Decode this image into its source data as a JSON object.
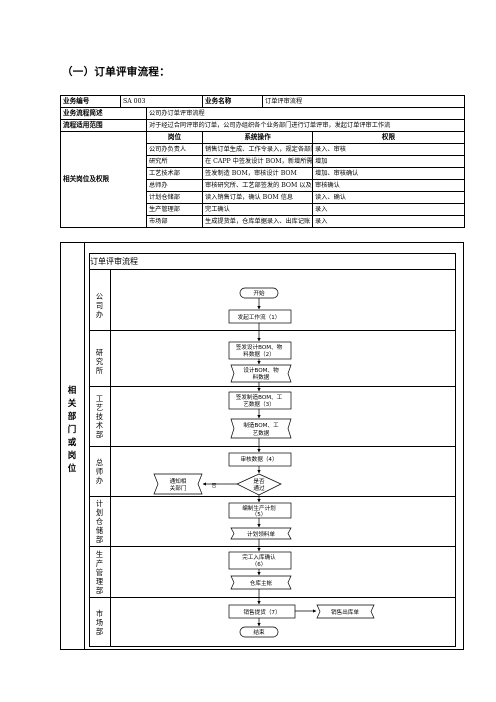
{
  "title": "（一）订单评审流程：",
  "info": {
    "row1": {
      "label1": "业务编号",
      "value1": "SA 003",
      "label2": "业务名称",
      "value2": "订单评审流程"
    },
    "row2": {
      "label": "业务流程简述",
      "value": "公司办订单评审流程"
    },
    "row3": {
      "label": "流程适用范围",
      "value": "对于经过合同评审的订单，公司办组织各个业务部门进行订单评审，发起订单评审工作流"
    },
    "roles_label": "相关岗位及权限",
    "headers": {
      "post": "岗位",
      "op": "系统操作",
      "perm": "权限"
    },
    "roles": [
      {
        "post": "公司办负责人",
        "op": "销售订单生成、工作令录入，规定各部门业务节点",
        "perm": "录入、审核"
      },
      {
        "post": "研究所",
        "op": "在 CAPP 中签发设计 BOM，新增所需物料数据",
        "perm": "增加"
      },
      {
        "post": "工艺技术部",
        "op": "签发制造 BOM，审核设计 BOM",
        "perm": "增加、审核确认"
      },
      {
        "post": "总师办",
        "op": "审核研究所、工艺部签发的 BOM 以及数据完整性",
        "perm": "审核确认"
      },
      {
        "post": "计划仓储部",
        "op": "读入销售订单，确认 BOM 信息",
        "perm": "读入、确认"
      },
      {
        "post": "生产管理部",
        "op": "完工确认",
        "perm": "录入"
      },
      {
        "post": "市场部",
        "op": "生成提货单，仓库单据录入、出库记账",
        "perm": "录入"
      }
    ]
  },
  "side_label": [
    "相",
    "关",
    "部",
    "门",
    "或",
    "岗",
    "位"
  ],
  "flow": {
    "title": "订单评审流程",
    "lanes": [
      {
        "chars": [
          "公",
          "司",
          "办"
        ]
      },
      {
        "chars": [
          "研",
          "究",
          "所"
        ]
      },
      {
        "chars": [
          "工",
          "艺",
          "技",
          "术",
          "部"
        ]
      },
      {
        "chars": [
          "总",
          "师",
          "办"
        ]
      },
      {
        "chars": [
          "计",
          "划",
          "仓",
          "储",
          "部"
        ]
      },
      {
        "chars": [
          "生",
          "产",
          "管",
          "理",
          "部"
        ]
      },
      {
        "chars": [
          "市",
          "场",
          "部"
        ]
      }
    ],
    "nodes": {
      "start": "开始",
      "n1": "发起工作流（1）",
      "n2a": "签发设计BOM、物",
      "n2b": "料数据（2）",
      "d2a": "设计BOM、物",
      "d2b": "料数据",
      "n3a": "签发制造BOM、工",
      "n3b": "艺数据（3）",
      "d3a": "制造BOM、工",
      "d3b": "艺数据",
      "n4": "审核数据（4）",
      "dec_a": "是否",
      "dec_b": "通过",
      "no": "否",
      "notify_a": "通知相",
      "notify_b": "关部门",
      "n5a": "编制生产计划",
      "n5b": "（5）",
      "d5": "计划领料单",
      "n6a": "完工入库确认",
      "n6b": "（6）",
      "d6": "仓库主帐",
      "n7": "销售提货（7）",
      "d7": "销售出库单",
      "end": "结束"
    }
  }
}
